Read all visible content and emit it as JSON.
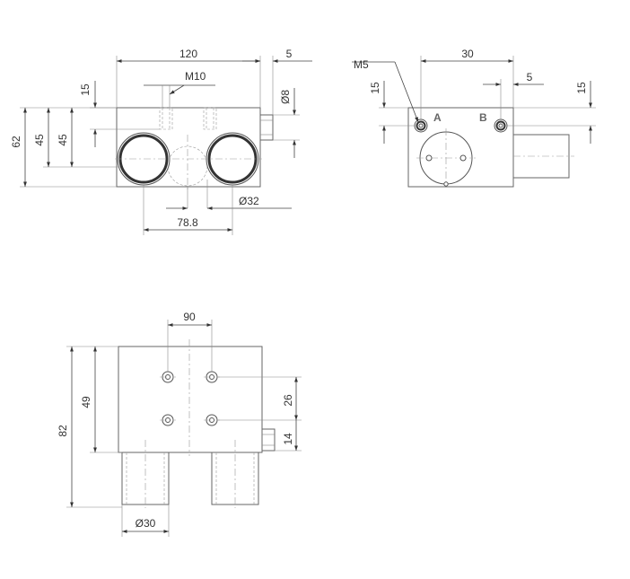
{
  "front_view": {
    "width_label": "120",
    "fitting_offset_label": "5",
    "thread_label": "M10",
    "thread_depth_label": "15",
    "fitting_dia_label": "Ø8",
    "height_label": "62",
    "bore_height_left_label": "45",
    "bore_height_right_label": "45",
    "bore_dia_label": "Ø32",
    "bore_spacing_label": "78.8"
  },
  "side_view": {
    "thread_label": "M5",
    "port_spacing_label": "30",
    "port_offset_label": "5",
    "left_height_label": "15",
    "right_height_label": "15",
    "port_a_label": "A",
    "port_b_label": "B"
  },
  "bottom_view": {
    "hole_spacing_label": "90",
    "depth_label": "49",
    "total_label": "82",
    "hole_row_label": "26",
    "fitting_label": "14",
    "shaft_dia_label": "Ø30"
  }
}
